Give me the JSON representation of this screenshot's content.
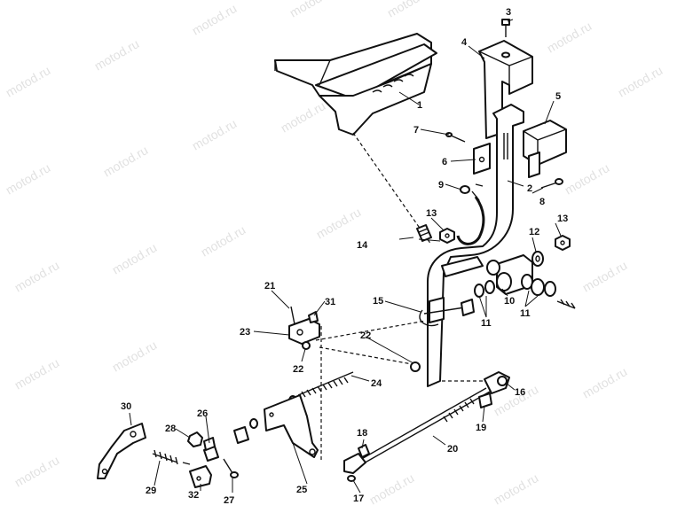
{
  "watermark_text": "motod.ru",
  "callouts": {
    "c1": "1",
    "c2": "2",
    "c3": "3",
    "c4": "4",
    "c5": "5",
    "c6": "6",
    "c7": "7",
    "c8": "8",
    "c9": "9",
    "c10": "10",
    "c11a": "11",
    "c11b": "11",
    "c12": "12",
    "c13a": "13",
    "c13b": "13",
    "c14": "14",
    "c15": "15",
    "c16": "16",
    "c17": "17",
    "c18": "18",
    "c19": "19",
    "c20": "20",
    "c21": "21",
    "c22a": "22",
    "c22b": "22",
    "c23": "23",
    "c24": "24",
    "c25": "25",
    "c26": "26",
    "c27": "27",
    "c28": "28",
    "c29": "29",
    "c30": "30",
    "c31": "31",
    "c32": "32"
  }
}
